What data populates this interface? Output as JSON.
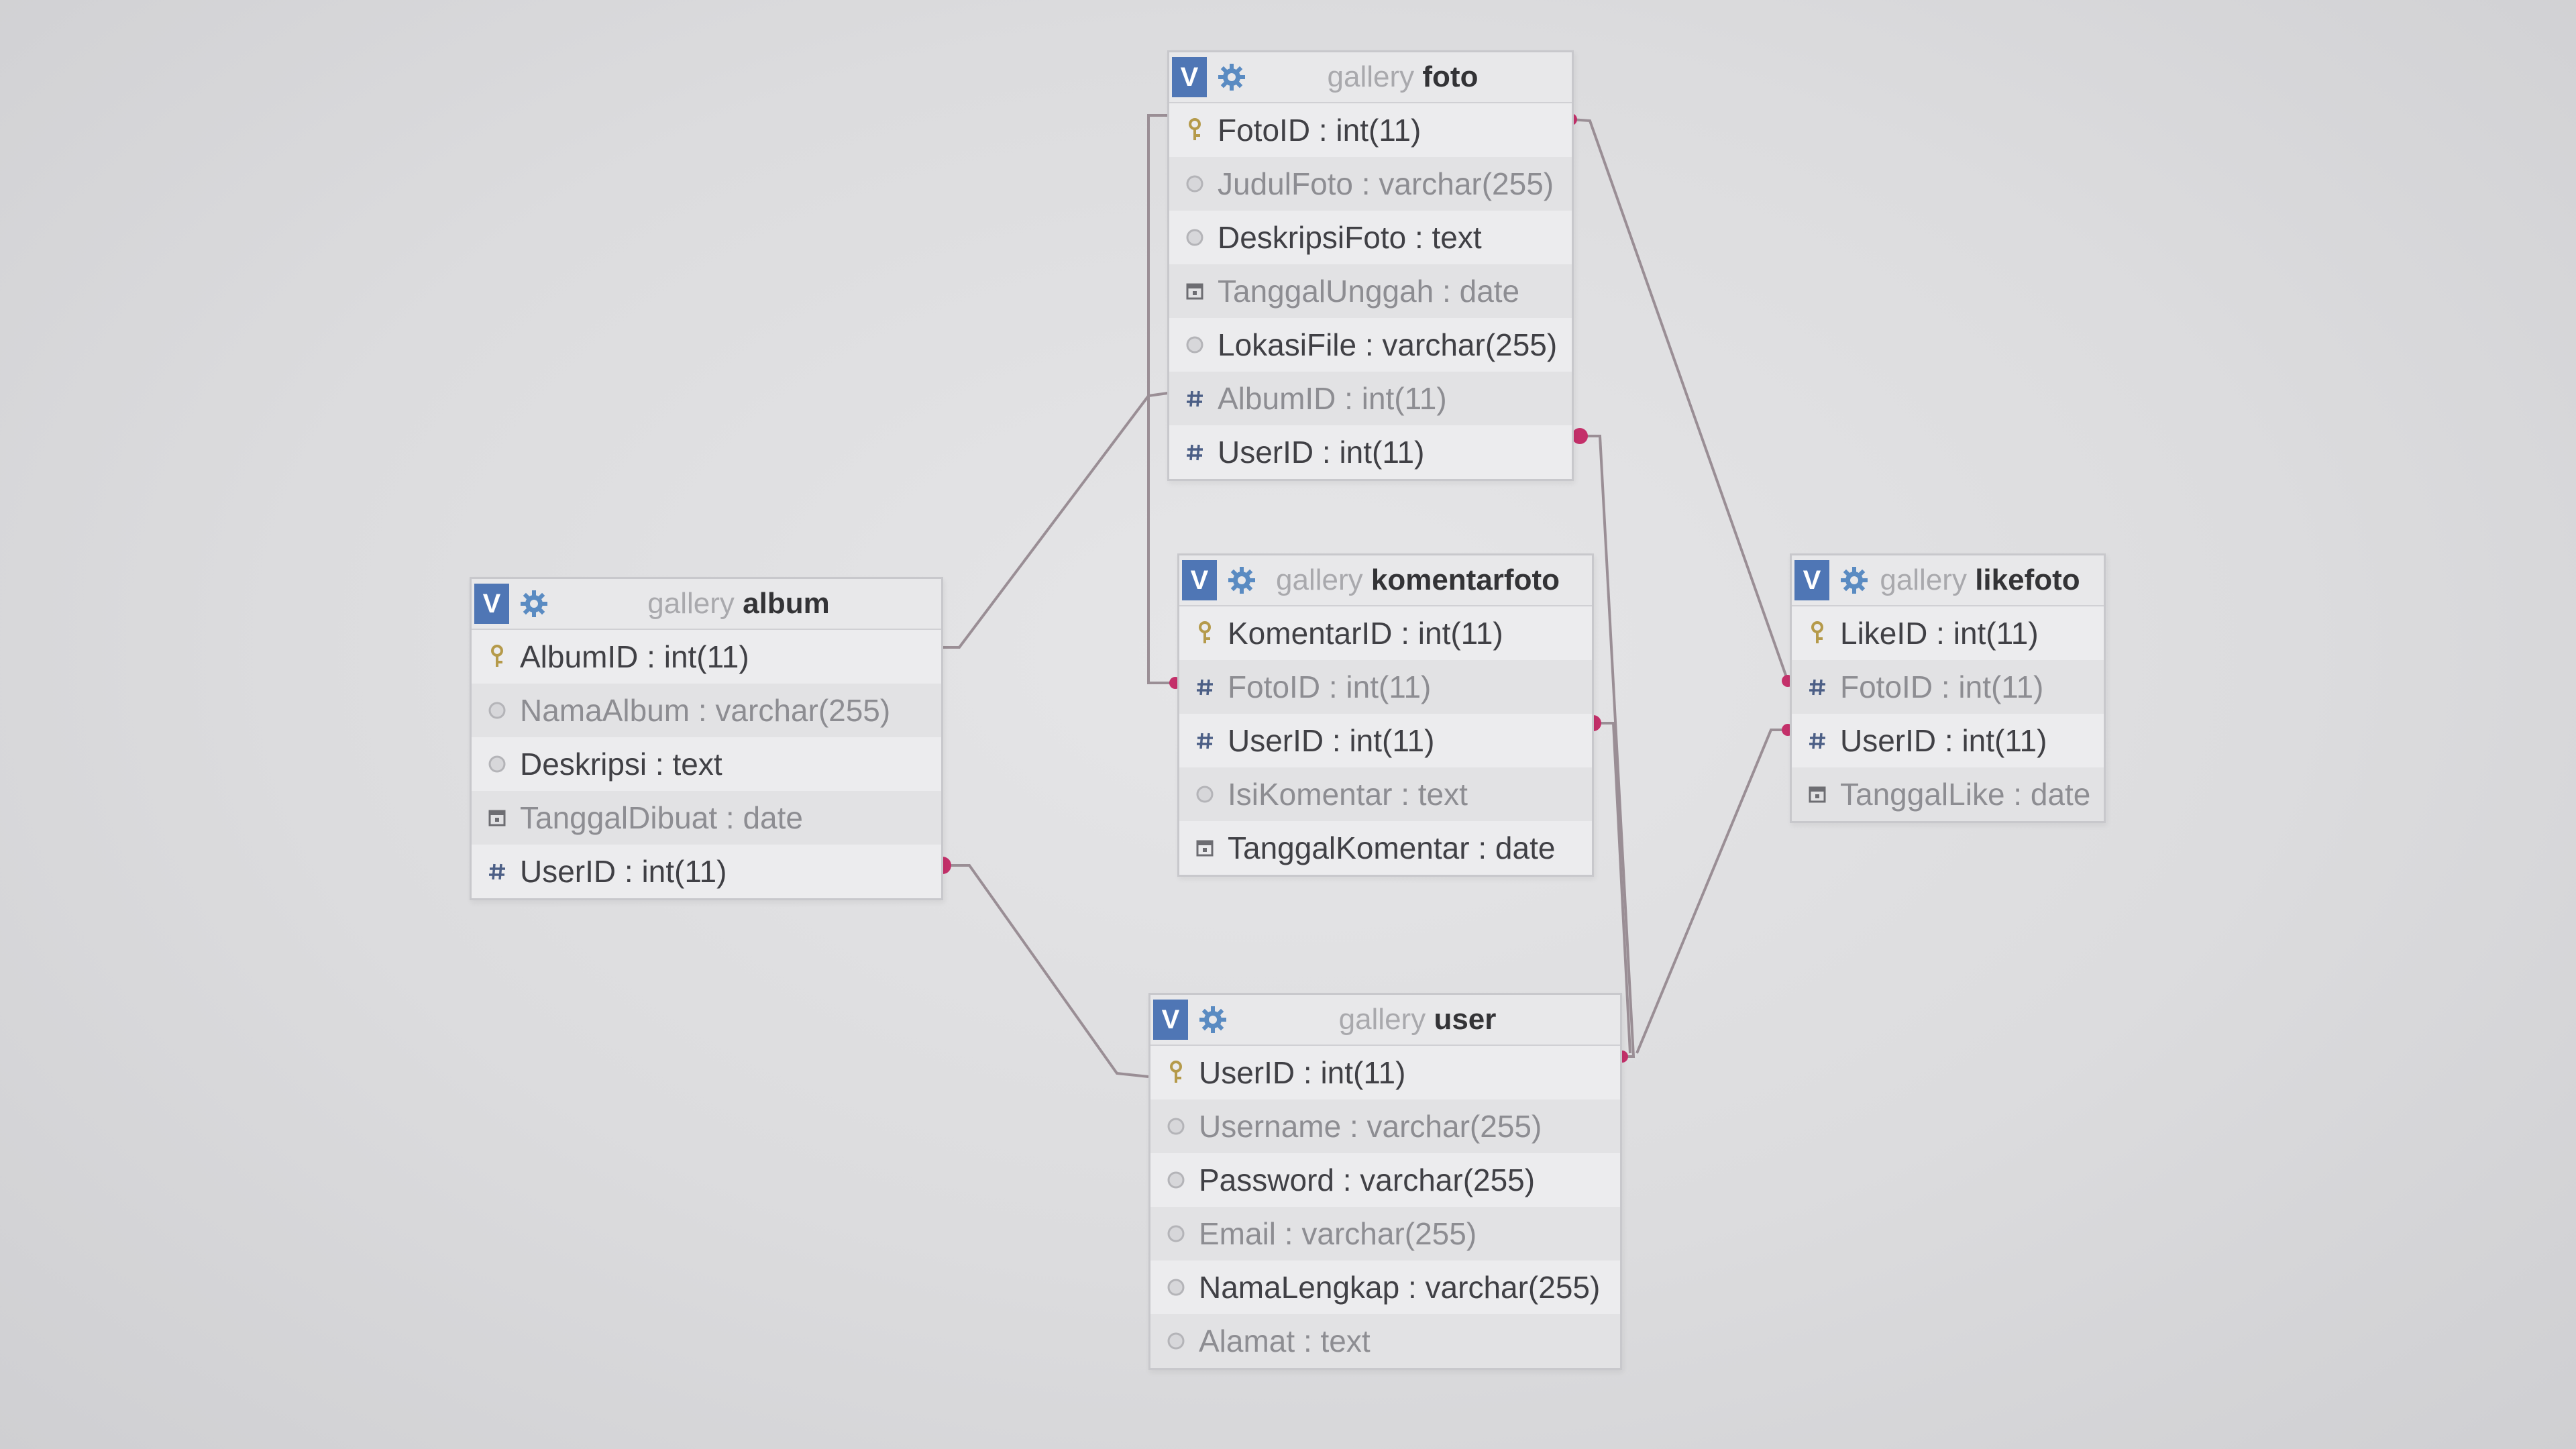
{
  "colors": {
    "header_icon": "#4f76b5",
    "gear": "#5a8bc2",
    "relation_line": "#9a8e95",
    "relation_dot": "#c4306a"
  },
  "icons": {
    "header_v": "V",
    "primary_key": "key-icon",
    "column": "column-icon",
    "date_column": "date-icon",
    "number_column": "hash-icon",
    "options": "gear-icon"
  },
  "tables": {
    "foto": {
      "db": "gallery",
      "name": "foto",
      "columns": [
        {
          "label": "FotoID : int(11)",
          "icon": "key-icon"
        },
        {
          "label": "JudulFoto : varchar(255)",
          "icon": "column-icon"
        },
        {
          "label": "DeskripsiFoto : text",
          "icon": "column-icon"
        },
        {
          "label": "TanggalUnggah : date",
          "icon": "date-icon"
        },
        {
          "label": "LokasiFile : varchar(255)",
          "icon": "column-icon"
        },
        {
          "label": "AlbumID : int(11)",
          "icon": "hash-icon"
        },
        {
          "label": "UserID : int(11)",
          "icon": "hash-icon"
        }
      ]
    },
    "album": {
      "db": "gallery",
      "name": "album",
      "columns": [
        {
          "label": "AlbumID : int(11)",
          "icon": "key-icon"
        },
        {
          "label": "NamaAlbum : varchar(255)",
          "icon": "column-icon"
        },
        {
          "label": "Deskripsi : text",
          "icon": "column-icon"
        },
        {
          "label": "TanggalDibuat : date",
          "icon": "date-icon"
        },
        {
          "label": "UserID : int(11)",
          "icon": "hash-icon"
        }
      ]
    },
    "komentarfoto": {
      "db": "gallery",
      "name": "komentarfoto",
      "columns": [
        {
          "label": "KomentarID : int(11)",
          "icon": "key-icon"
        },
        {
          "label": "FotoID : int(11)",
          "icon": "hash-icon"
        },
        {
          "label": "UserID : int(11)",
          "icon": "hash-icon"
        },
        {
          "label": "IsiKomentar : text",
          "icon": "column-icon"
        },
        {
          "label": "TanggalKomentar : date",
          "icon": "date-icon"
        }
      ]
    },
    "likefoto": {
      "db": "gallery",
      "name": "likefoto",
      "columns": [
        {
          "label": "LikeID : int(11)",
          "icon": "key-icon"
        },
        {
          "label": "FotoID : int(11)",
          "icon": "hash-icon"
        },
        {
          "label": "UserID : int(11)",
          "icon": "hash-icon"
        },
        {
          "label": "TanggalLike : date",
          "icon": "date-icon"
        }
      ]
    },
    "user": {
      "db": "gallery",
      "name": "user",
      "columns": [
        {
          "label": "UserID : int(11)",
          "icon": "key-icon"
        },
        {
          "label": "Username : varchar(255)",
          "icon": "column-icon"
        },
        {
          "label": "Password : varchar(255)",
          "icon": "column-icon"
        },
        {
          "label": "Email : varchar(255)",
          "icon": "column-icon"
        },
        {
          "label": "NamaLengkap : varchar(255)",
          "icon": "column-icon"
        },
        {
          "label": "Alamat : text",
          "icon": "column-icon"
        }
      ]
    }
  },
  "relations": [
    {
      "from": "album.UserID",
      "to": "user.UserID"
    },
    {
      "from": "foto.AlbumID",
      "to": "album.AlbumID"
    },
    {
      "from": "foto.UserID",
      "to": "user.UserID"
    },
    {
      "from": "komentarfoto.FotoID",
      "to": "foto.FotoID"
    },
    {
      "from": "komentarfoto.UserID",
      "to": "user.UserID"
    },
    {
      "from": "likefoto.FotoID",
      "to": "foto.FotoID"
    },
    {
      "from": "likefoto.UserID",
      "to": "user.UserID"
    }
  ]
}
